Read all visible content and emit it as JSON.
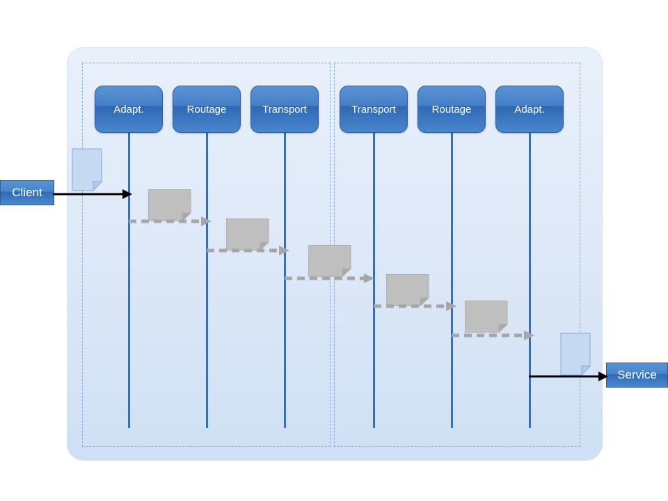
{
  "diagram": {
    "title": "",
    "type": "sequence-diagram",
    "colors": {
      "layer_box_fill": "#4a86cd",
      "layer_box_border": "#2f5c92",
      "lifeline": "#3f6fa8",
      "panel_background": "#dfe9f8",
      "dashed_group_border": "#8aa8cf",
      "message_arrow": "#a6a6a6",
      "endpoint_arrow": "#000000",
      "doc_fill_grey": "#bfbfbf",
      "doc_fill_blue": "#c5d9f1"
    },
    "endpoints": [
      {
        "id": "client",
        "label": "Client"
      },
      {
        "id": "service",
        "label": "Service"
      }
    ],
    "groups": [
      {
        "id": "client-side",
        "label": ""
      },
      {
        "id": "service-side",
        "label": ""
      }
    ],
    "lifelines": [
      {
        "id": "client-adapt",
        "label": "Adapt.",
        "group": "client-side"
      },
      {
        "id": "client-routage",
        "label": "Routage",
        "group": "client-side"
      },
      {
        "id": "client-transport",
        "label": "Transport",
        "group": "client-side"
      },
      {
        "id": "service-transport",
        "label": "Transport",
        "group": "service-side"
      },
      {
        "id": "service-routage",
        "label": "Routage",
        "group": "service-side"
      },
      {
        "id": "service-adapt",
        "label": "Adapt.",
        "group": "service-side"
      }
    ],
    "messages": [
      {
        "id": "m0",
        "from": "client",
        "to": "client-adapt",
        "style": "solid",
        "label": ""
      },
      {
        "id": "m1",
        "from": "client-adapt",
        "to": "client-routage",
        "style": "dashed",
        "label": ""
      },
      {
        "id": "m2",
        "from": "client-routage",
        "to": "client-transport",
        "style": "dashed",
        "label": ""
      },
      {
        "id": "m3",
        "from": "client-transport",
        "to": "service-transport",
        "style": "dashed",
        "label": ""
      },
      {
        "id": "m4",
        "from": "service-transport",
        "to": "service-routage",
        "style": "dashed",
        "label": ""
      },
      {
        "id": "m5",
        "from": "service-routage",
        "to": "service-adapt",
        "style": "dashed",
        "label": ""
      },
      {
        "id": "m6",
        "from": "service-adapt",
        "to": "service",
        "style": "solid",
        "label": ""
      }
    ],
    "documents": [
      {
        "id": "doc-client-in",
        "kind": "blue",
        "label": ""
      },
      {
        "id": "doc-adapt",
        "kind": "grey",
        "label": ""
      },
      {
        "id": "doc-routage",
        "kind": "grey",
        "label": ""
      },
      {
        "id": "doc-transport",
        "kind": "grey",
        "label": ""
      },
      {
        "id": "doc-svc-transport",
        "kind": "grey",
        "label": ""
      },
      {
        "id": "doc-svc-routage",
        "kind": "grey",
        "label": ""
      },
      {
        "id": "doc-service-out",
        "kind": "blue",
        "label": ""
      }
    ]
  }
}
